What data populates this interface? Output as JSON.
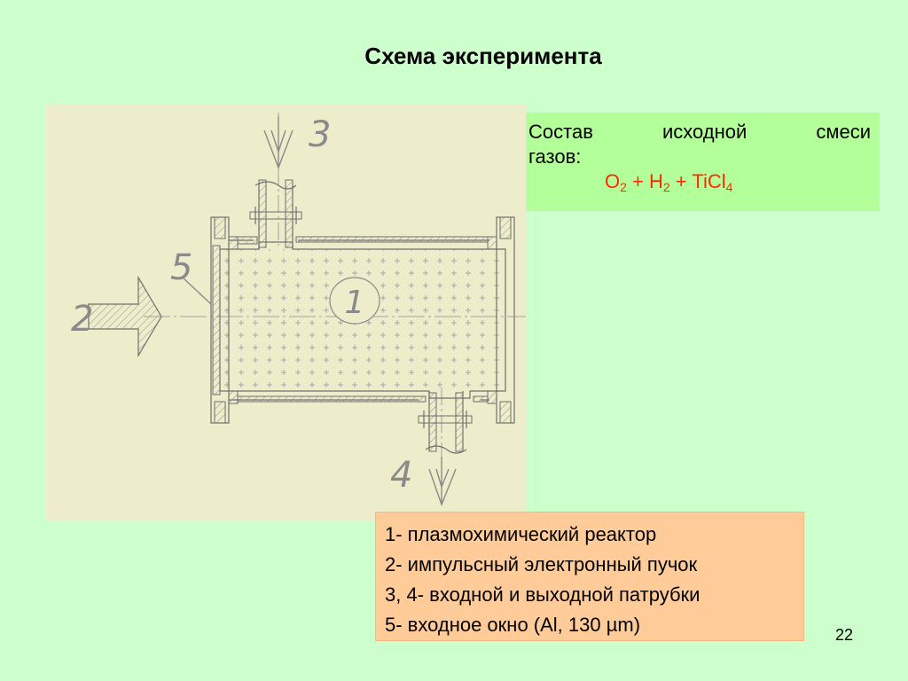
{
  "title": "Схема эксперимента",
  "composition": {
    "label_line1": "Состав исходной смеси",
    "label_line2": "газов:",
    "formula": {
      "o": "O",
      "o_sub": "2",
      "plus1": " + ",
      "h": "H",
      "h_sub": "2",
      "plus2": " + ",
      "ticl": "TiCl",
      "ticl_sub": "4"
    },
    "formula_color": "#ff2a00"
  },
  "drawing": {
    "labels": [
      "1",
      "2",
      "3",
      "4",
      "5"
    ]
  },
  "legend": {
    "items": [
      "1- плазмохимический реактор",
      "2- импульсный электронный пучок",
      "3, 4- входной и выходной патрубки",
      "5- входное окно (Al, 130 µm)"
    ]
  },
  "page_number": "22",
  "colors": {
    "background": "#ccffcc",
    "drawing_panel": "#ededcc",
    "composition_box": "#b3ff99",
    "legend_box": "#ffcc99"
  }
}
